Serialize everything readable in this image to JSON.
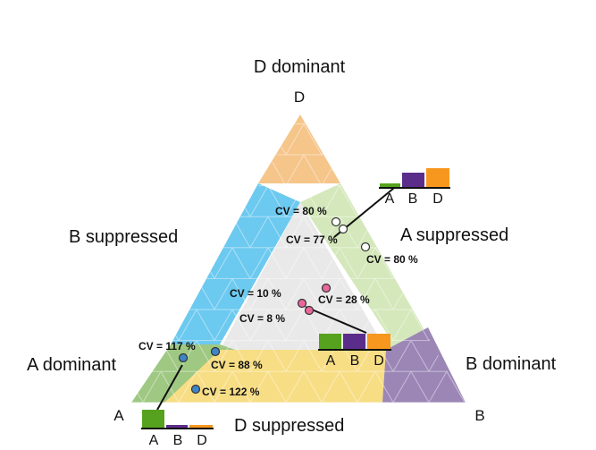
{
  "region_labels": {
    "d_dominant": "D dominant",
    "b_suppressed": "B suppressed",
    "a_suppressed": "A suppressed",
    "a_dominant": "A dominant",
    "b_dominant": "B dominant",
    "d_suppressed": "D suppressed"
  },
  "vertices": {
    "a": "A",
    "b": "B",
    "d": "D"
  },
  "cv_labels": {
    "cv80_top": "CV = 80 %",
    "cv77": "CV = 77 %",
    "cv80_right": "CV = 80 %",
    "cv10": "CV = 10 %",
    "cv8": "CV = 8 %",
    "cv28": "CV = 28 %",
    "cv117": "CV = 117 %",
    "cv88": "CV = 88 %",
    "cv122": "CV = 122 %"
  },
  "bar_axis_labels": [
    "A",
    "B",
    "D"
  ],
  "colors": {
    "d_dominant_region": "#f5c58a",
    "b_suppressed_region": "#6cc9f0",
    "a_suppressed_region": "#d4e8bb",
    "a_dominant_region": "#9fc882",
    "b_dominant_region": "#9b86b6",
    "d_suppressed_region": "#f7dd84",
    "center_region": "#e9e9e9",
    "bar_a": "#56a21e",
    "bar_b": "#5b2d8a",
    "bar_d": "#f7971e",
    "point_white": "#ffffff",
    "point_pink": "#e9679b",
    "point_blue": "#3d85c6"
  }
}
